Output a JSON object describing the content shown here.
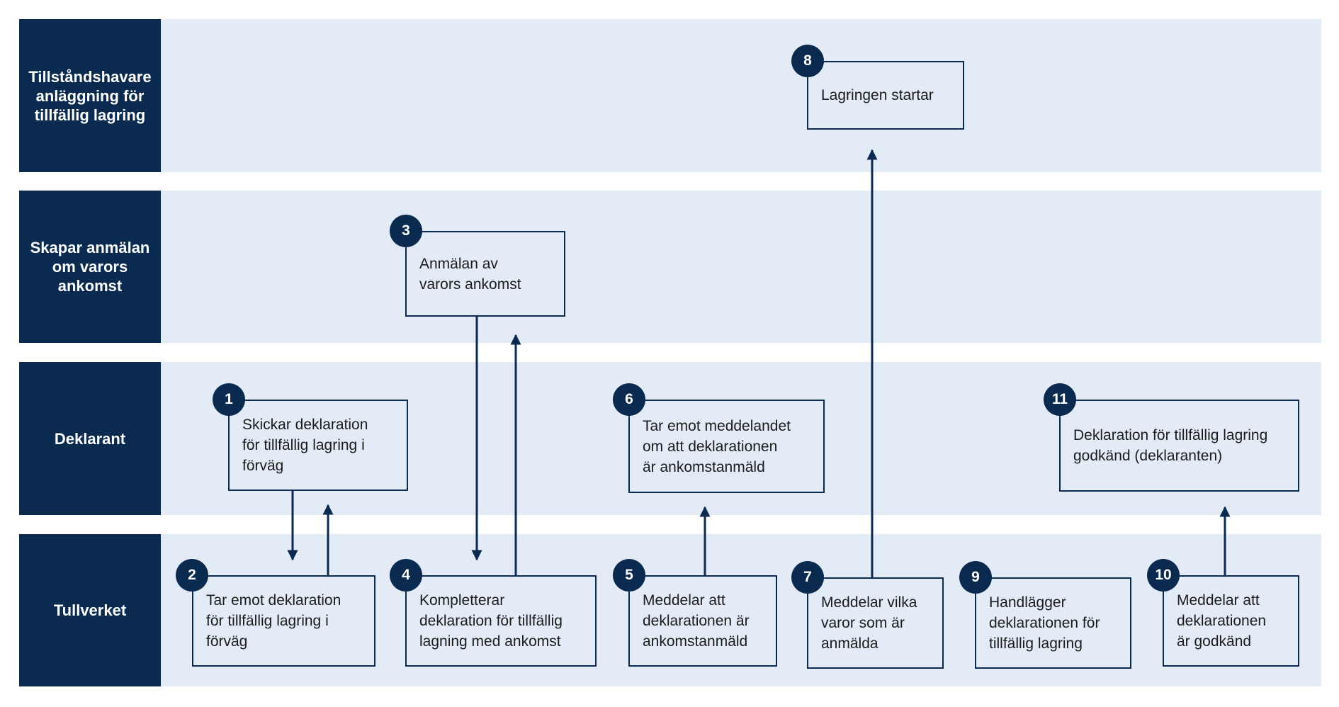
{
  "colors": {
    "lane_header_bg": "#0b2a4f",
    "lane_body_bg": "#e3ebf6",
    "box_border": "#0b2a4f",
    "badge_bg": "#0b2a4f"
  },
  "lanes": [
    {
      "label": "Tillståndshavare\nanläggning  för\ntillfällig lagring"
    },
    {
      "label": "Skapar anmälan\nom varors\nankomst"
    },
    {
      "label": "Deklarant"
    },
    {
      "label": "Tullverket"
    }
  ],
  "steps": [
    {
      "number": "1",
      "text": "Skickar deklaration\nför tillfällig lagring i\nförväg"
    },
    {
      "number": "2",
      "text": "Tar emot deklaration\nför tillfällig lagring i\nförväg"
    },
    {
      "number": "3",
      "text": "Anmälan av\nvarors ankomst"
    },
    {
      "number": "4",
      "text": "Kompletterar\ndeklaration för tillfällig\nlagning med ankomst"
    },
    {
      "number": "5",
      "text": "Meddelar att\ndeklarationen är\nankomstanmäld"
    },
    {
      "number": "6",
      "text": "Tar emot meddelandet\nom att deklarationen\när ankomstanmäld"
    },
    {
      "number": "7",
      "text": "Meddelar vilka\nvaror som är\nanmälda"
    },
    {
      "number": "8",
      "text": "Lagringen startar"
    },
    {
      "number": "9",
      "text": "Handlägger\ndeklarationen för\ntillfällig lagring"
    },
    {
      "number": "10",
      "text": "Meddelar att\ndeklarationen\när godkänd"
    },
    {
      "number": "11",
      "text": "Deklaration för tillfällig lagring\ngodkänd (deklaranten)"
    }
  ]
}
